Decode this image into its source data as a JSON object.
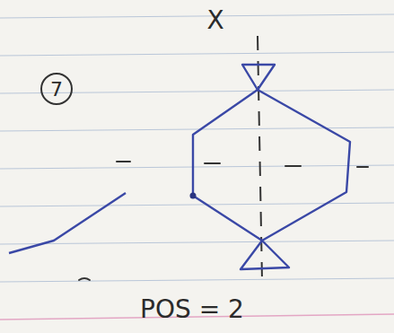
{
  "diagram": {
    "nodes": [
      {
        "text": [
          "7"
        ]
      }
    ],
    "labels": [
      "X",
      "POS = 2"
    ]
  }
}
